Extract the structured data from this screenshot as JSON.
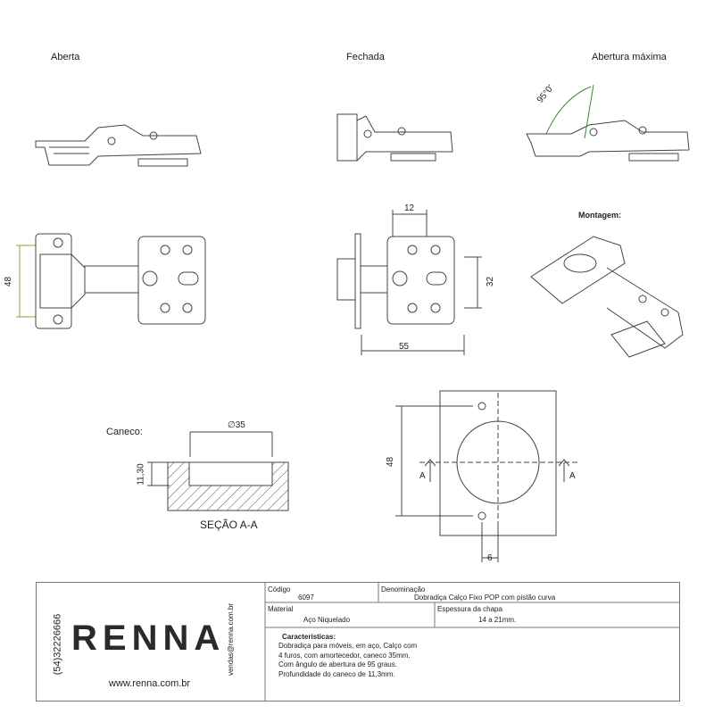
{
  "views": {
    "open": "Aberta",
    "closed": "Fechada",
    "max_opening": "Abertura máxima",
    "angle": "95°0'",
    "mounting": "Montagem:"
  },
  "dimensions": {
    "height_48_left": "48",
    "width_12": "12",
    "height_32": "32",
    "width_55": "55",
    "diameter_35": "∅35",
    "depth_11_30": "11,30",
    "height_48_right": "48",
    "width_6": "6",
    "section_marker": "A"
  },
  "cup": {
    "label": "Caneco:",
    "section_title": "SEÇÃO A-A"
  },
  "titleblock": {
    "brand": "RENNA",
    "website": "www.renna.com.br",
    "phone": "(54)32226666",
    "email": "vendas@renna.com.br",
    "code_label": "Código",
    "code_value": "6097",
    "name_label": "Denominação",
    "name_value": "Dobradiça Calço Fixo  POP com pistão curva",
    "material_label": "Material",
    "material_value": "Aço Niquelado",
    "thickness_label": "Espessura da chapa",
    "thickness_value": "14 a 21mm.",
    "features_label": "Características:",
    "features": [
      "Dobradiça para móveis, em aço, Calço com",
      "4 furos, com amortecedor, caneco 35mm.",
      "Com ângulo de abertura de 95 graus.",
      "Profundidade do caneco de 11,3mm."
    ]
  }
}
